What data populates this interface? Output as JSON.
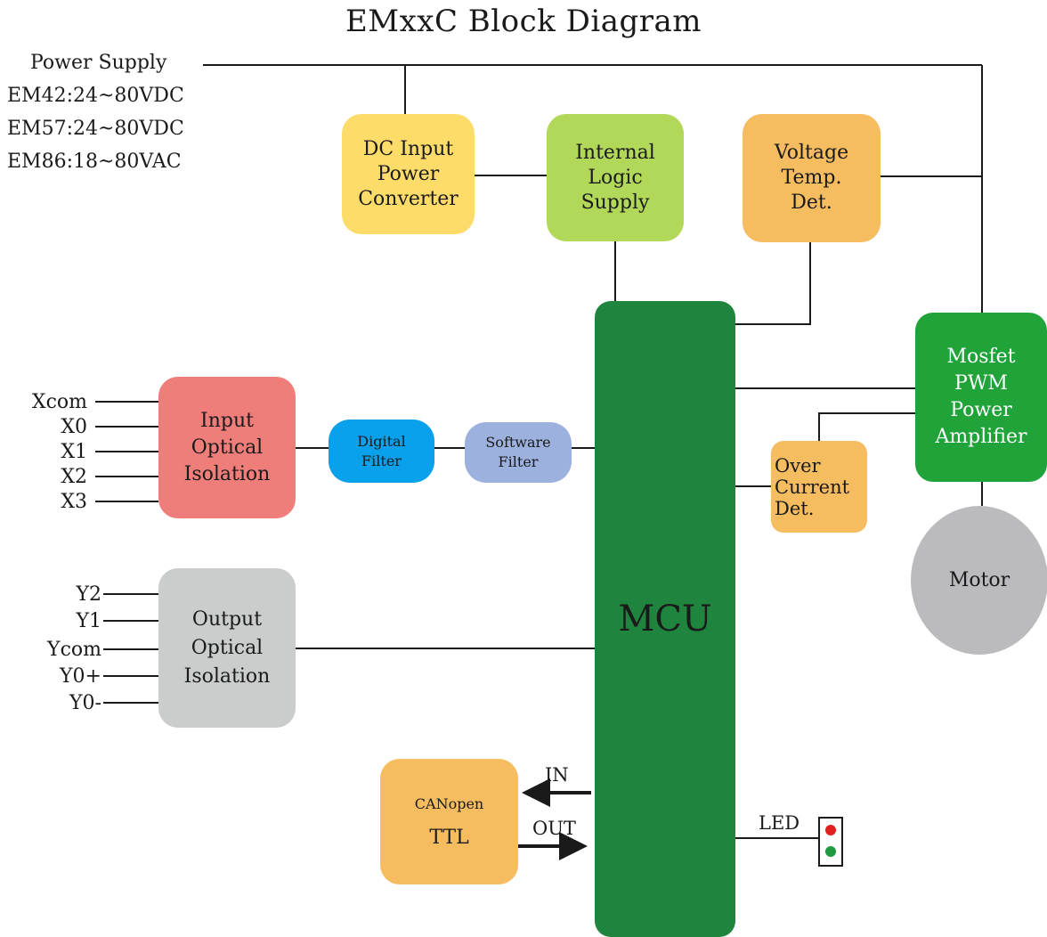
{
  "title": "EMxxC Block Diagram",
  "power_supply": {
    "label": "Power Supply",
    "specs": [
      "EM42:24~80VDC",
      "EM57:24~80VDC",
      "EM86:18~80VAC"
    ]
  },
  "blocks": {
    "dc_converter": {
      "lines": [
        "DC Input",
        "Power",
        "Converter"
      ],
      "color": "#fedc69"
    },
    "logic_supply": {
      "lines": [
        "Internal",
        "Logic",
        "Supply"
      ],
      "color": "#b2d85a"
    },
    "voltage_temp": {
      "lines": [
        "Voltage",
        "Temp.",
        "Det."
      ],
      "color": "#f5bd5f"
    },
    "mosfet": {
      "lines": [
        "Mosfet",
        "PWM",
        "Power",
        "Amplifier"
      ],
      "color": "#20a339"
    },
    "input_iso": {
      "lines": [
        "Input",
        "Optical",
        "Isolation"
      ],
      "color": "#ef7e7b"
    },
    "digital_filter": {
      "lines": [
        "Digital",
        "Filter"
      ],
      "color": "#0aa1ec"
    },
    "software_filter": {
      "lines": [
        "Software",
        "Filter"
      ],
      "color": "#9cb1de"
    },
    "over_current": {
      "lines": [
        "Over",
        "Current",
        "Det."
      ],
      "color": "#f5bd5f"
    },
    "mcu": {
      "label": "MCU",
      "color": "#1f843d"
    },
    "motor": {
      "label": "Motor",
      "color": "#bbbbbe"
    },
    "output_iso": {
      "lines": [
        "Output",
        "Optical",
        "Isolation"
      ],
      "color": "#cbcccc"
    },
    "canopen": {
      "lines": [
        "CANopen",
        "TTL"
      ],
      "color": "#f5bd5f"
    }
  },
  "inputs": [
    "Xcom",
    "X0",
    "X1",
    "X2",
    "X3"
  ],
  "outputs": [
    "Y2",
    "Y1",
    "Ycom",
    "Y0+",
    "Y0-"
  ],
  "arrows": {
    "in": "IN",
    "out": "OUT"
  },
  "led": {
    "label": "LED",
    "colors": [
      "#e32020",
      "#1f9a40"
    ]
  }
}
